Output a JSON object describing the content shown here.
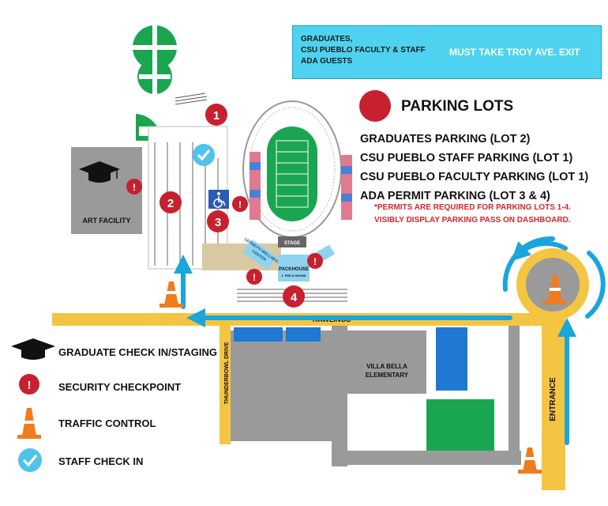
{
  "info_box": {
    "lines": [
      "GRADUATES,",
      "CSU PUEBLO FACULTY & STAFF",
      "ADA GUESTS"
    ],
    "exit_note": "MUST TAKE TROY AVE. EXIT"
  },
  "parking": {
    "title": "PARKING LOTS",
    "lots": [
      "GRADUATES PARKING (LOT 2)",
      "CSU PUEBLO STAFF PARKING (LOT 1)",
      "CSU PUEBLO FACULTY PARKING (LOT 1)",
      "ADA PERMIT PARKING (LOT 3 & 4)"
    ],
    "permit_note": [
      "*PERMITS ARE REQUIRED FOR PARKING LOTS 1-4.",
      "VISIBLY DISPLAY PARKING PASS ON DASHBOARD."
    ]
  },
  "map_labels": {
    "art_facility": "ART FACILITY",
    "rawlings": "RAWLINGS",
    "thunderbowl_drive": "THUNDERBOWL DRIVE",
    "villa_bella": [
      "VILLA BELLA",
      "ELEMENTARY"
    ],
    "entrance": "ENTRANCE",
    "stage": "STAGE",
    "packhouse": "PACKHOUSE",
    "field_house": "1. FIELD HOUSE",
    "wellness_center": [
      "LEONETTI WELLNESS",
      "CENTER"
    ]
  },
  "lot_numbers": [
    "1",
    "2",
    "3",
    "4"
  ],
  "legend": {
    "graduate_checkin": "GRADUATE CHECK IN/STAGING",
    "security": "SECURITY CHECKPOINT",
    "traffic": "TRAFFIC CONTROL",
    "staff_checkin": "STAFF CHECK IN"
  },
  "colors": {
    "road": "#f4c542",
    "arrow": "#1aa5dc",
    "lot_red": "#c7202f",
    "grass": "#1aa651",
    "building": "#9a9a9a",
    "parking_blue": "#1f78d1",
    "info_box": "#4fd2f0"
  },
  "icons": [
    "graduation-cap-icon",
    "security-badge-icon",
    "traffic-cone-icon",
    "checkmark-badge-icon",
    "wheelchair-icon"
  ]
}
